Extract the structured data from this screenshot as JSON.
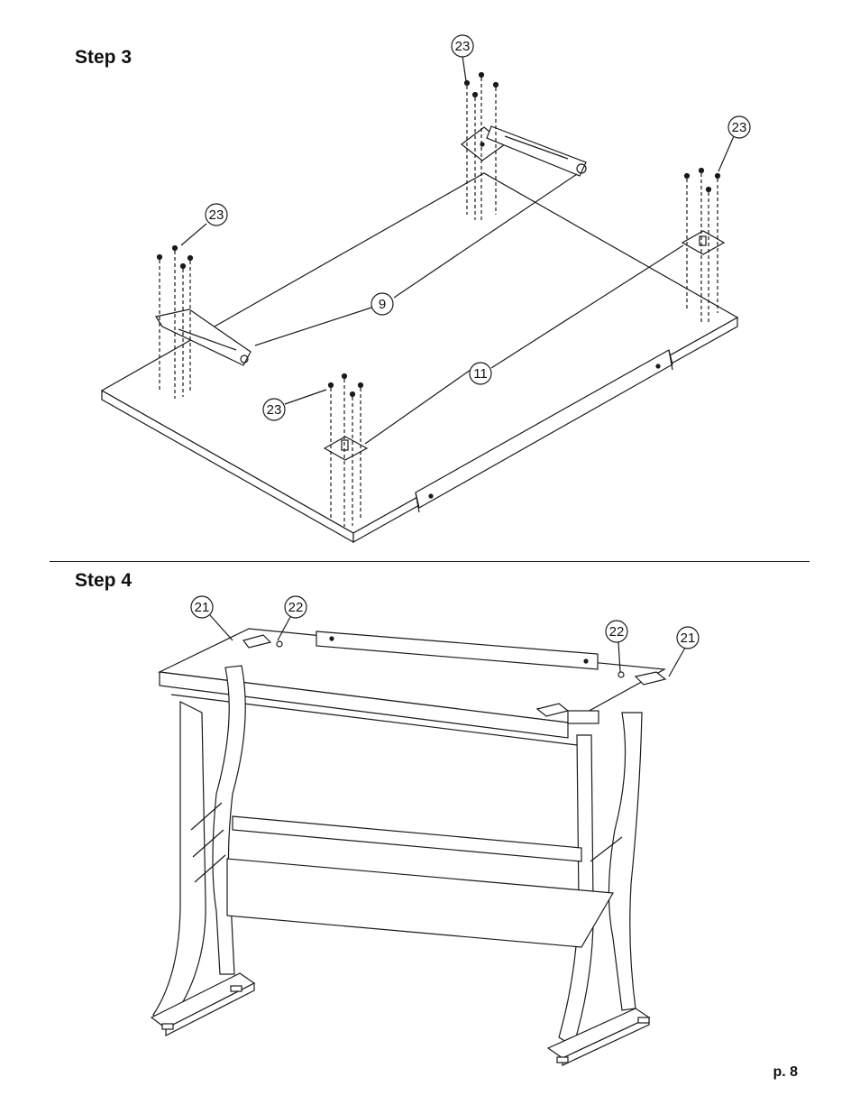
{
  "steps": [
    {
      "title": "Step 3"
    },
    {
      "title": "Step 4"
    }
  ],
  "callouts": {
    "step3": [
      "23",
      "23",
      "23",
      "23",
      "9",
      "11"
    ],
    "step4": [
      "21",
      "22",
      "22",
      "21"
    ]
  },
  "page_number": "p. 8",
  "colors": {
    "line": "#1a1a1a",
    "background": "#ffffff"
  }
}
